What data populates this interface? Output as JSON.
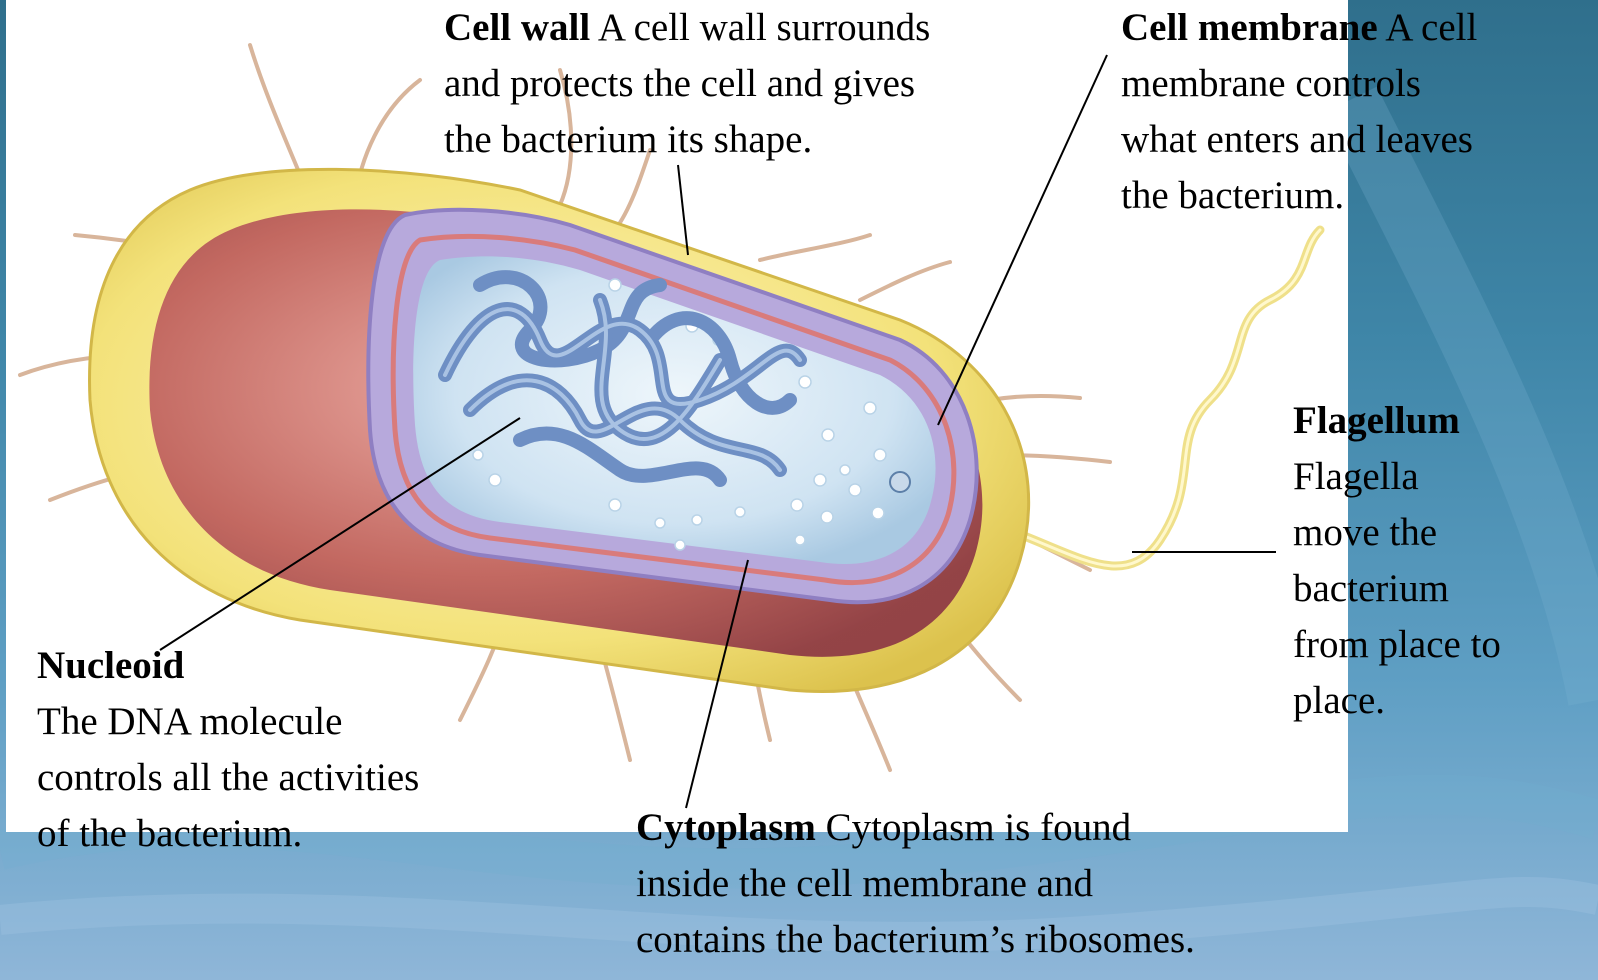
{
  "colors": {
    "background_teal": "#3f86a8",
    "panel": "#ffffff",
    "cell_wall_yellow": "#f2e27a",
    "outer_layer_red": "#b04a4a",
    "membrane_purple": "#a99bd0",
    "cytoplasm_blue": "#cfe3f2",
    "dna_blue": "#6e8fc4",
    "pili_tan": "#d8b59b"
  },
  "labels": {
    "cell_wall": {
      "title": "Cell wall",
      "text": " A cell wall surrounds\nand protects the cell and gives\nthe bacterium its shape."
    },
    "cell_membrane": {
      "title": "Cell membrane",
      "text": " A cell\nmembrane controls\nwhat enters and leaves\nthe bacterium."
    },
    "flagellum": {
      "title": "Flagellum",
      "text": "\nFlagella\nmove the\nbacterium\nfrom place to\nplace."
    },
    "nucleoid": {
      "title": "Nucleoid",
      "text": "\nThe DNA molecule\ncontrols all the activities\nof the bacterium."
    },
    "cytoplasm": {
      "title": "Cytoplasm",
      "text": " Cytoplasm is found\ninside the cell membrane and\ncontains the bacterium’s ribosomes."
    }
  }
}
